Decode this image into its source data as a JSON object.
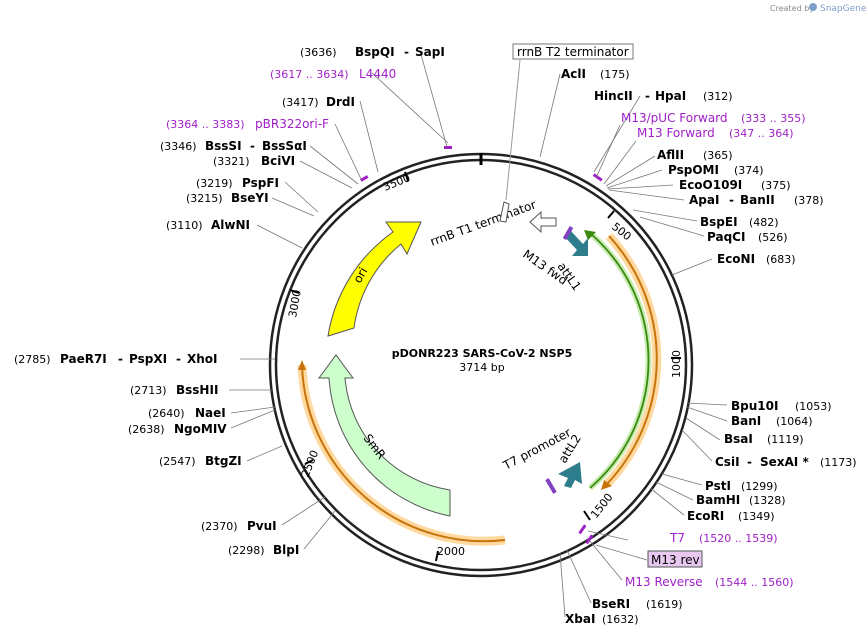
{
  "credit": {
    "text": "Created by",
    "brand": "SnapGene"
  },
  "plasmid": {
    "name": "pDONR223 SARS-CoV-2 NSP5",
    "size": "3714 bp"
  },
  "ticks": [
    "500",
    "1000",
    "1500",
    "2000",
    "2500",
    "3000",
    "3500"
  ],
  "enzymes": {
    "bspqi": {
      "pos": "(3636)",
      "name": "BspQI",
      "name2": "SapI"
    },
    "drdi": {
      "pos": "(3417)",
      "name": "DrdI"
    },
    "bsssi": {
      "pos": "(3346)",
      "name": "BssSI",
      "name2": "BssSαI"
    },
    "bcivi": {
      "pos": "(3321)",
      "name": "BciVI"
    },
    "pspfi": {
      "pos": "(3219)",
      "name": "PspFI"
    },
    "bseyi": {
      "pos": "(3215)",
      "name": "BseYI"
    },
    "alwni": {
      "pos": "(3110)",
      "name": "AlwNI"
    },
    "paer7i": {
      "pos": "(2785)",
      "name": "PaeR7I",
      "name2": "PspXI",
      "name3": "XhoI"
    },
    "bsshii": {
      "pos": "(2713)",
      "name": "BssHII"
    },
    "naei": {
      "pos": "(2640)",
      "name": "NaeI"
    },
    "ngomiv": {
      "pos": "(2638)",
      "name": "NgoMIV"
    },
    "btgzi": {
      "pos": "(2547)",
      "name": "BtgZI"
    },
    "pvui": {
      "pos": "(2370)",
      "name": "PvuI"
    },
    "blpi": {
      "pos": "(2298)",
      "name": "BlpI"
    },
    "acli": {
      "name": "AclI",
      "pos": "(175)"
    },
    "hincii": {
      "name": "HincII",
      "name2": "HpaI",
      "pos": "(312)"
    },
    "aflii": {
      "name": "AflII",
      "pos": "(365)"
    },
    "pspomi": {
      "name": "PspOMI",
      "pos": "(374)"
    },
    "ecoo109i": {
      "name": "EcoO109I",
      "pos": "(375)"
    },
    "apai": {
      "name": "ApaI",
      "name2": "BanII",
      "pos": "(378)"
    },
    "bspei": {
      "name": "BspEI",
      "pos": "(482)"
    },
    "paqci": {
      "name": "PaqCI",
      "pos": "(526)"
    },
    "econi": {
      "name": "EcoNI",
      "pos": "(683)"
    },
    "bpu10i": {
      "name": "Bpu10I",
      "pos": "(1053)"
    },
    "bani": {
      "name": "BanI",
      "pos": "(1064)"
    },
    "bsai": {
      "name": "BsaI",
      "pos": "(1119)"
    },
    "csii": {
      "name": "CsiI",
      "name2": "SexAI *",
      "pos": "(1173)"
    },
    "psti": {
      "name": "PstI",
      "pos": "(1299)"
    },
    "bamhi": {
      "name": "BamHI",
      "pos": "(1328)"
    },
    "ecori": {
      "name": "EcoRI",
      "pos": "(1349)"
    },
    "bseri": {
      "name": "BseRI",
      "pos": "(1619)"
    },
    "xbai": {
      "name": "XbaI",
      "pos": "(1632)"
    }
  },
  "primers": {
    "l4440": {
      "range": "(3617 .. 3634)",
      "name": "L4440"
    },
    "pbr322": {
      "range": "(3364 .. 3383)",
      "name": "pBR322ori-F"
    },
    "m13puc": {
      "name": "M13/pUC Forward",
      "range": "(333 .. 355)"
    },
    "m13fwd": {
      "name": "M13 Forward",
      "range": "(347 .. 364)"
    },
    "t7": {
      "name": "T7",
      "range": "(1520 .. 1539)"
    },
    "m13rev": {
      "name": "M13 rev"
    },
    "m13reverse": {
      "name": "M13 Reverse",
      "range": "(1544 .. 1560)"
    }
  },
  "features": {
    "rrnb_t2": "rrnB T2 terminator",
    "rrnb_t1": "rrnB T1 terminator",
    "m13fwd_inner": "M13 fwd",
    "attl1": "attL1",
    "attl2": "attL2",
    "t7_promoter": "T7 promoter",
    "ori": "ori",
    "smr": "SmR"
  },
  "colors": {
    "ori": "#ffff00",
    "smr": "#ccffcc",
    "orf_fill": "#ffd9a0",
    "orf_core": "#c8740a",
    "green_arc": "#5fbf2a",
    "att": "#2e7d8c",
    "primer": "#a020c8",
    "m13rev_fill": "#e8c8f0"
  }
}
